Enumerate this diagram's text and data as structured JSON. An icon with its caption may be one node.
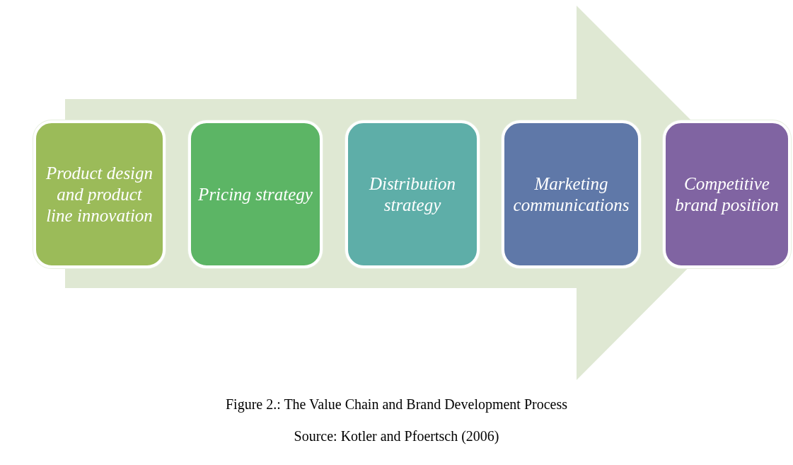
{
  "diagram": {
    "caption": "Figure 2.: The Value Chain and Brand Development Process",
    "nodes": [
      {
        "text": [
          "Product design and product line innovation"
        ]
      },
      {
        "text": [
          "Pricing strategy"
        ]
      },
      {
        "text": [
          "Distribution strategy"
        ]
      },
      {
        "text": [
          "Marketing communications"
        ]
      },
      {
        "text": [
          "Competitive brand position"
        ]
      }
    ],
    "edges": [
      {
        "from": 0,
        "to": 4,
        "arrow": "to"
      }
    ],
    "labels": [
      "Source: Kotler and Pfoertsch (2006)"
    ]
  }
}
